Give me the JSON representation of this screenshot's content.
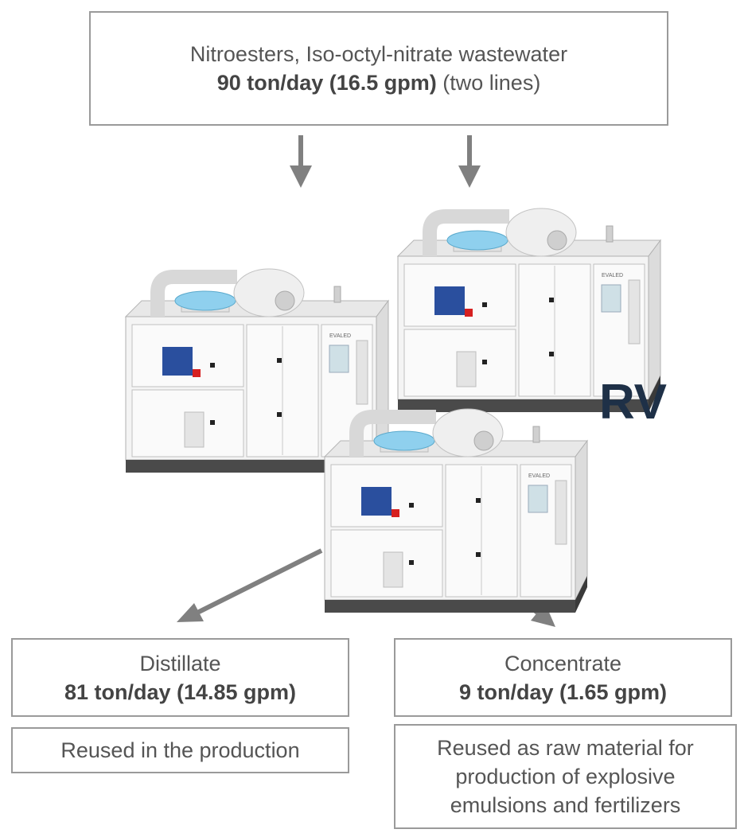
{
  "input": {
    "line1": "Nitroesters, Iso-octyl-nitrate wastewater",
    "rate": "90 ton/day (16.5 gpm)",
    "note": "(two lines)"
  },
  "unit_label": "RV",
  "unit_brand": "EVALED",
  "distillate": {
    "title": "Distillate",
    "rate": "81 ton/day (14.85 gpm)",
    "use": "Reused in the production"
  },
  "concentrate": {
    "title": "Concentrate",
    "rate": "9 ton/day (1.65 gpm)",
    "use_line1": "Reused as raw material for",
    "use_line2": "production of explosive",
    "use_line3": "emulsions and fertilizers"
  },
  "colors": {
    "arrow": "#808080",
    "box_border": "#9a9a9a",
    "rv_text": "#1e3047",
    "panel_blue": "#2a4f9e",
    "panel_red": "#d62020"
  }
}
